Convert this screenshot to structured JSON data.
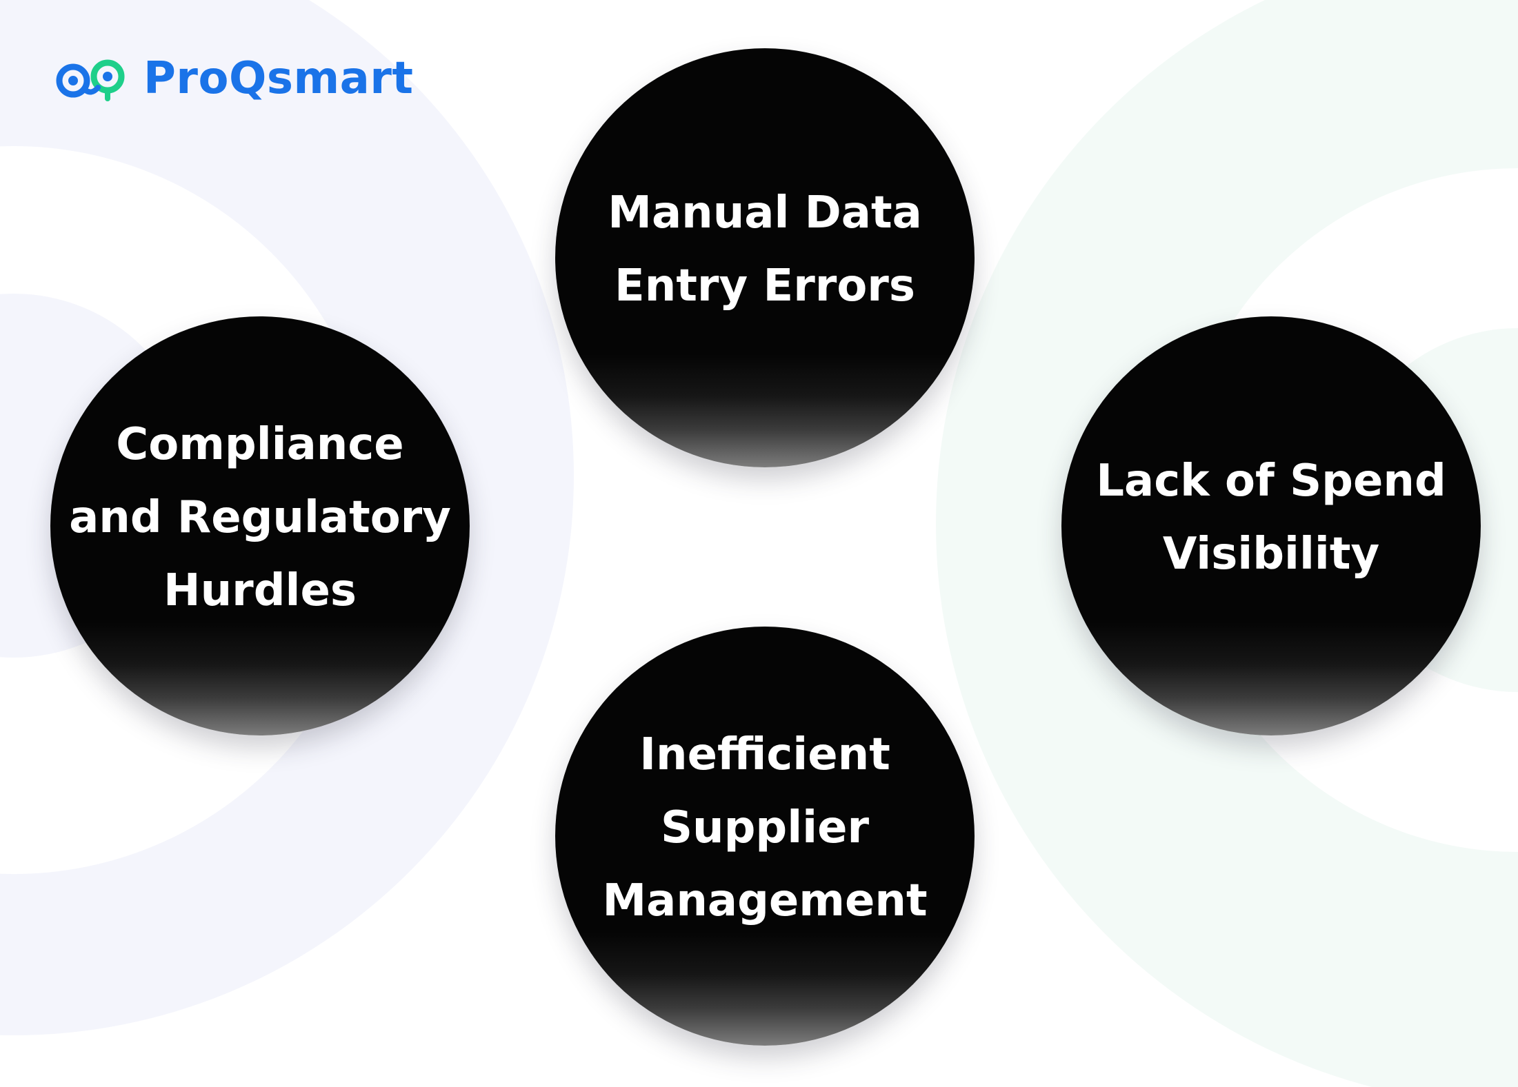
{
  "brand": {
    "name": "ProQsmart",
    "logo_icon": "proqsmart-logo-icon",
    "color_primary": "#1a73e8",
    "color_secondary": "#1ecf8a"
  },
  "background": {
    "decor_left_color": "#f4f5fc",
    "decor_right_color": "#f3faf7"
  },
  "bubbles": [
    {
      "id": "top",
      "label": "Manual Data\nEntry Errors"
    },
    {
      "id": "left",
      "label": "Compliance\nand Regulatory\nHurdles"
    },
    {
      "id": "right",
      "label": "Lack of Spend\nVisibility"
    },
    {
      "id": "bottom",
      "label": "Inefficient\nSupplier\nManagement"
    }
  ],
  "colors": {
    "bubble_fill": "#050505",
    "bubble_text": "#ffffff"
  }
}
